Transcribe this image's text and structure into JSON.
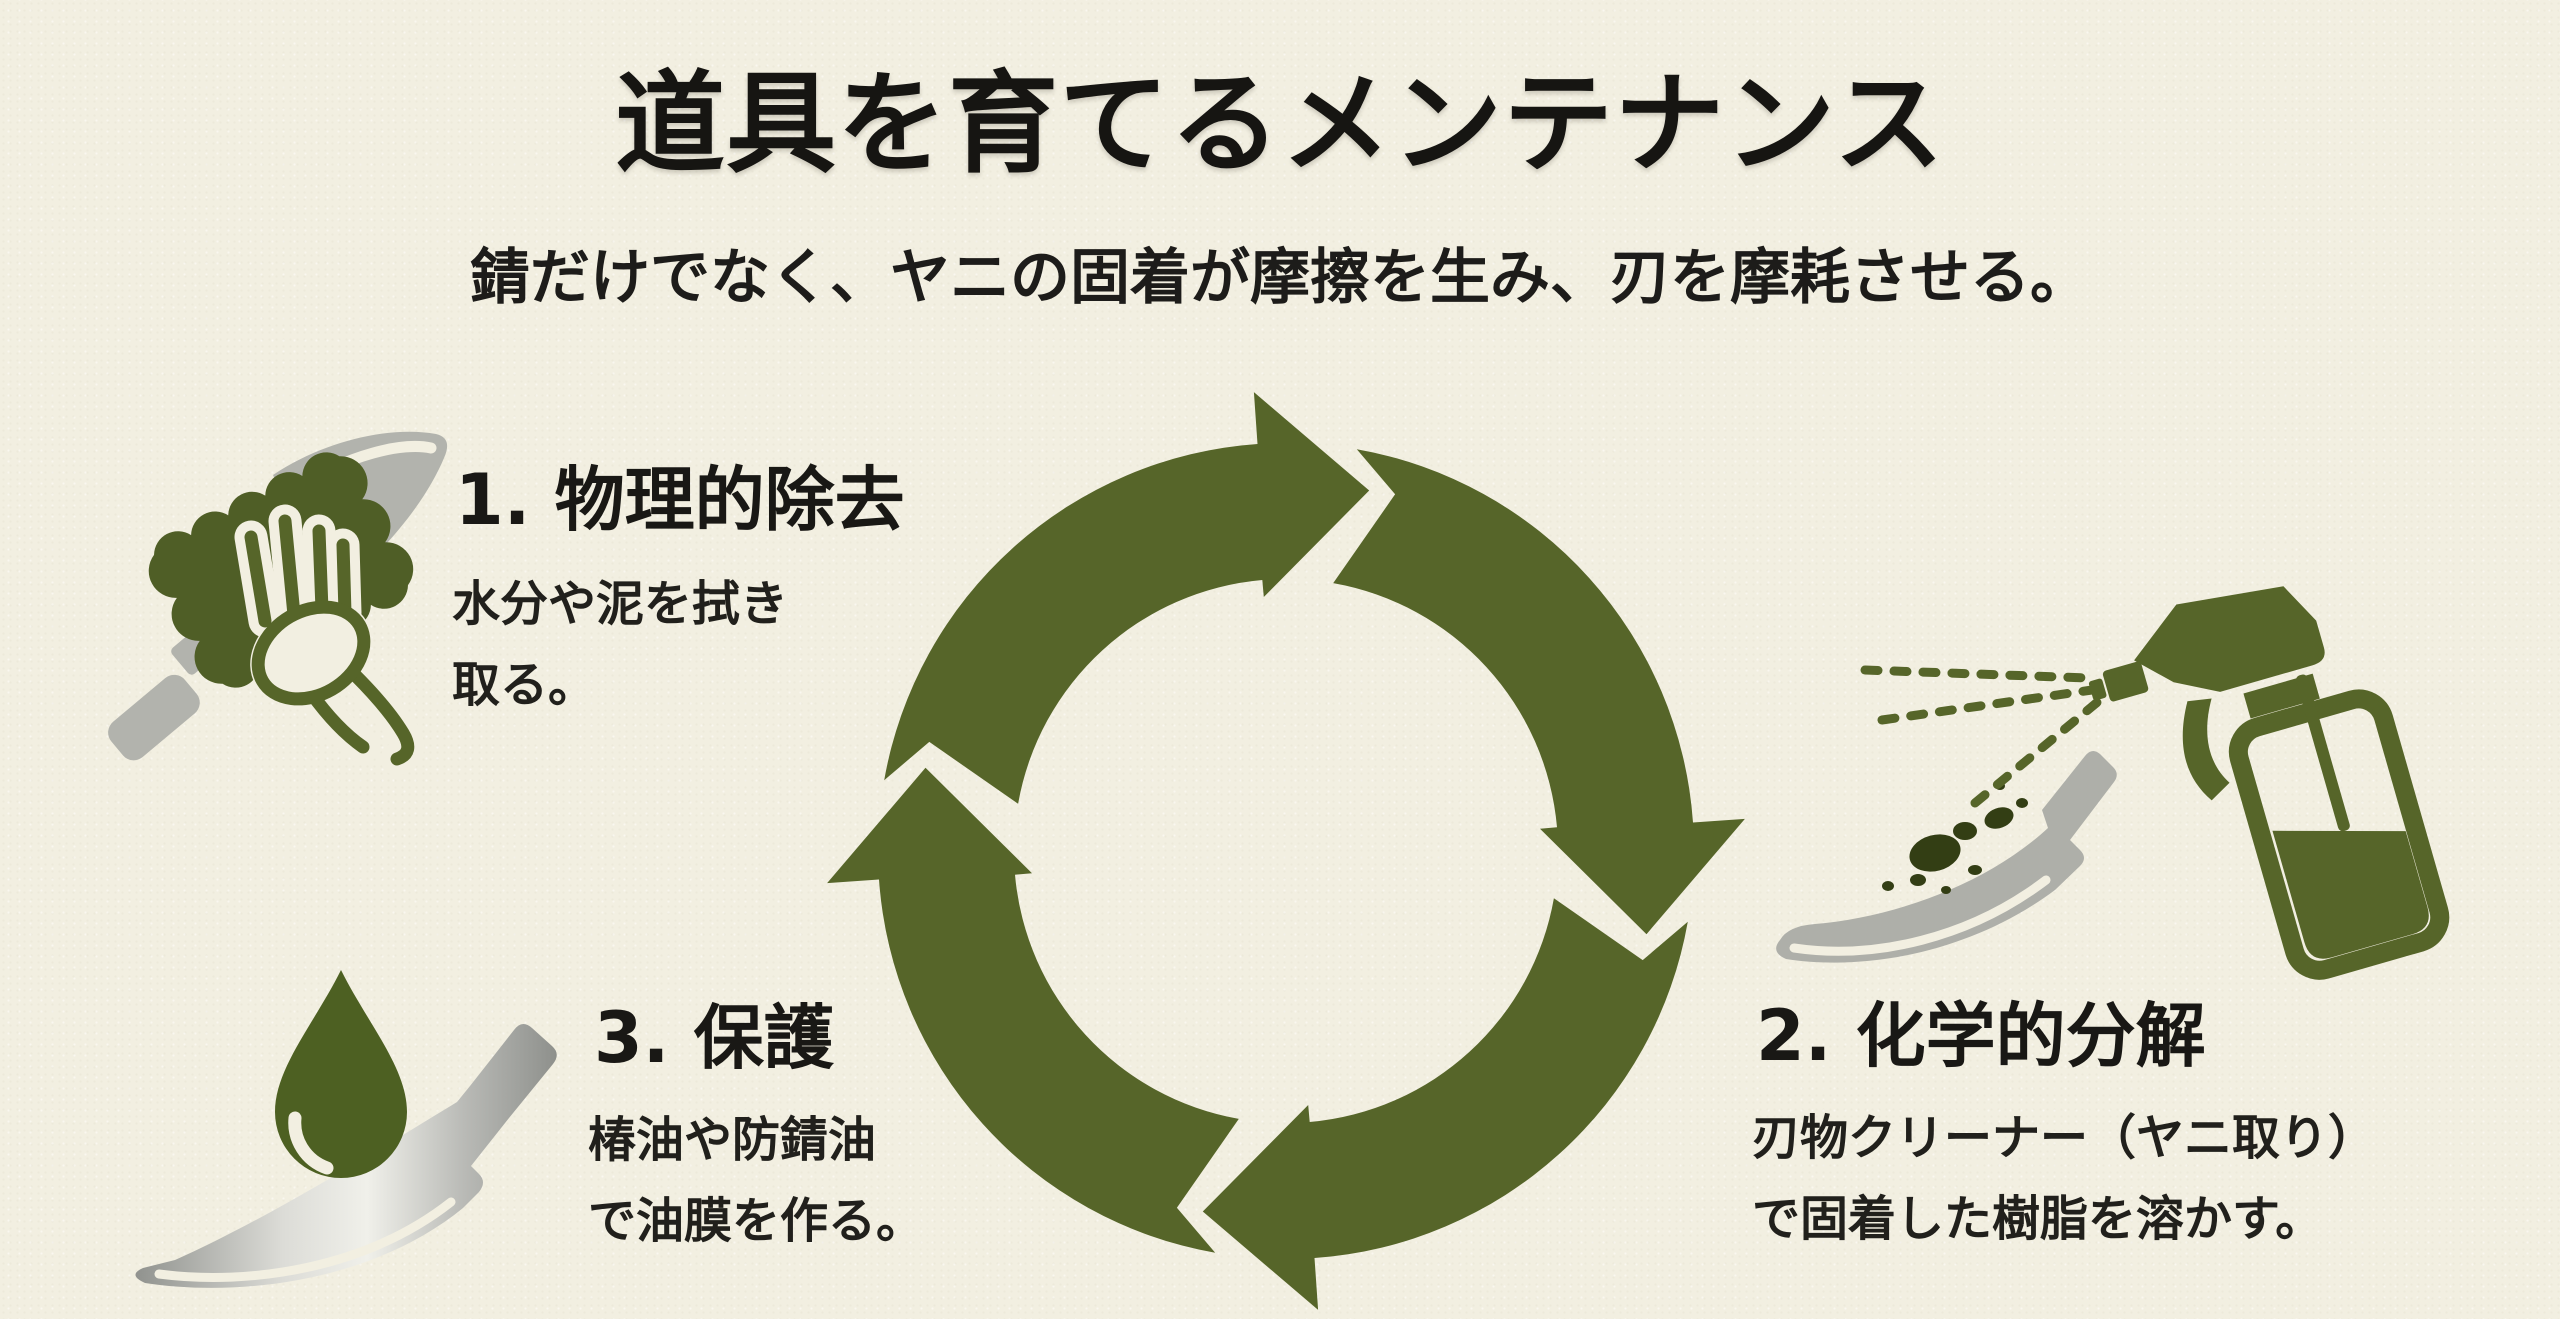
{
  "title": "道具を育てるメンテナンス",
  "subtitle": "錆だけでなく、ヤニの固着が摩擦を生み、刃を摩耗させる。",
  "cycle": {
    "type": "cycle-diagram",
    "segments": 4,
    "direction": "clockwise"
  },
  "steps": [
    {
      "heading": "1. 物理的除去",
      "line1": "水分や泥を拭き",
      "line2": "取る。",
      "icon": "cloth-wipe-knife-icon"
    },
    {
      "heading": "2. 化学的分解",
      "line1": "刃物クリーナー（ヤニ取り）",
      "line2": "で固着した樹脂を溶かす。",
      "icon": "spray-bottle-knife-icon"
    },
    {
      "heading": "3. 保護",
      "line1": "椿油や防錆油",
      "line2": "で油膜を作る。",
      "icon": "oil-drop-blade-icon"
    }
  ],
  "colors": {
    "background": "#f2efe1",
    "olive_green": "#566529",
    "cloth_green": "#4f5e26",
    "dark_resin": "#333e14",
    "blade_gray": "#aeafa9",
    "text": "#1d1c1a"
  }
}
